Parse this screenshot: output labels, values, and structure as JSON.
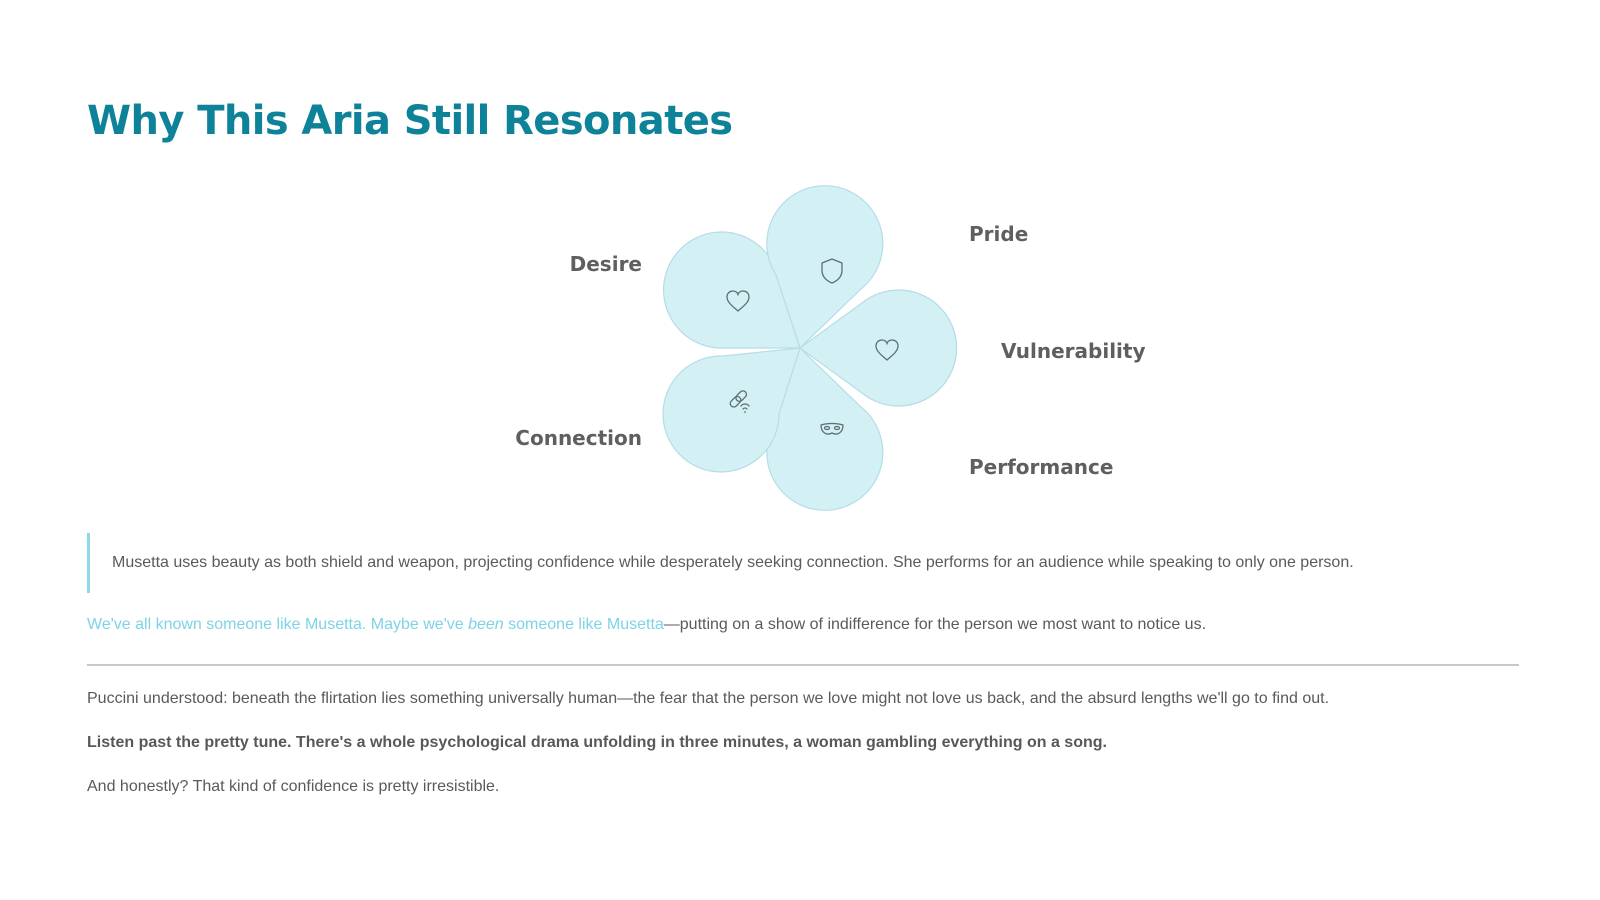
{
  "title": "Why This Aria Still Resonates",
  "diagram": {
    "petals": [
      {
        "label": "Desire",
        "icon": "heart-icon"
      },
      {
        "label": "Pride",
        "icon": "shield-icon"
      },
      {
        "label": "Vulnerability",
        "icon": "heart-outline-icon"
      },
      {
        "label": "Performance",
        "icon": "mask-icon"
      },
      {
        "label": "Connection",
        "icon": "link-signal-icon"
      }
    ],
    "colors": {
      "fill": "#d3f0f5",
      "stroke": "#b4dde6",
      "label": "#5f5f5f"
    }
  },
  "callout": {
    "text": "Musetta uses beauty as both shield and weapon, projecting confidence while desperately seeking connection. She performs for an audience while speaking to only one person."
  },
  "paragraphs": {
    "p1_highlight_a": "We've all known someone like Musetta. Maybe we've ",
    "p1_highlight_em": "been",
    "p1_highlight_b": " someone like Musetta",
    "p1_rest": "—putting on a show of indifference for the person we most want to notice us.",
    "p2": "Puccini understood: beneath the flirtation lies something universally human—the fear that the person we love might not love us back, and the absurd lengths we'll go to find out.",
    "p3": "Listen past the pretty tune. There's a whole psychological drama unfolding in three minutes, a woman gambling everything on a song.",
    "p4": "And honestly? That kind of confidence is pretty irresistible."
  },
  "colors": {
    "title": "#0e8299",
    "highlight": "#7ed3e6",
    "callout_border": "#8fd6e6",
    "body_text": "#5a5a5a"
  }
}
